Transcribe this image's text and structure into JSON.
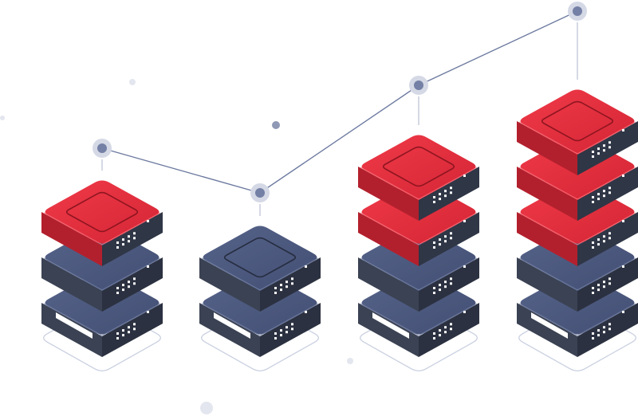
{
  "illustration": {
    "subject": "server-stacks-with-trend-line",
    "colors": {
      "accent_red": "#e42f3d",
      "accent_red_dark": "#b81f2c",
      "navy": "#4b587b",
      "navy_dark": "#37425f",
      "body_dark": "#3a4253",
      "line": "#6e7ba1",
      "node_halo": "#d5d9e6",
      "outline": "#c9d0e0"
    },
    "stacks": [
      {
        "layers": [
          "navy-label",
          "navy",
          "red"
        ]
      },
      {
        "layers": [
          "navy-label",
          "navy"
        ]
      },
      {
        "layers": [
          "navy-label",
          "navy",
          "red",
          "red"
        ]
      },
      {
        "layers": [
          "navy-label",
          "navy",
          "red",
          "red",
          "red"
        ]
      }
    ],
    "trend": {
      "points": 4,
      "direction": "dip-then-rise"
    }
  }
}
